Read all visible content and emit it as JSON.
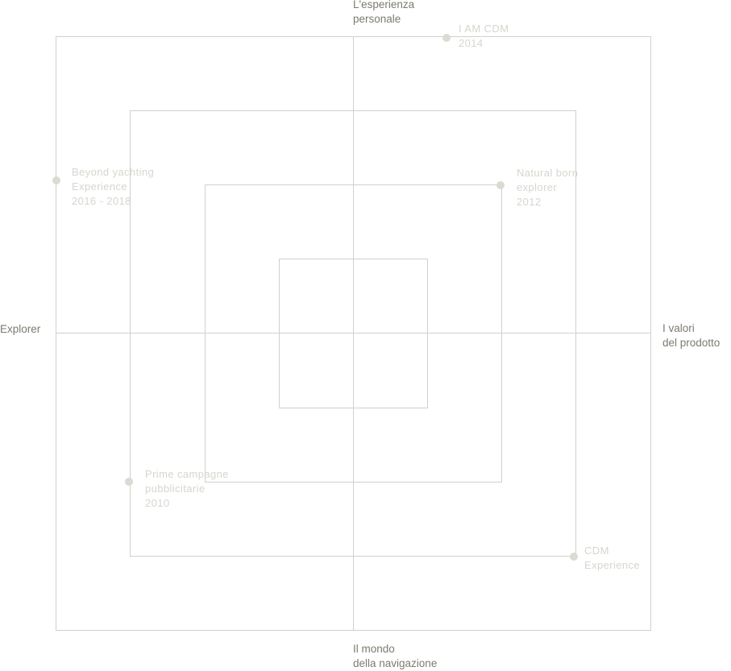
{
  "axes": {
    "top": [
      "L'esperienza",
      "personale"
    ],
    "bottom": [
      "Il mondo",
      "della navigazione"
    ],
    "left": [
      "Explorer"
    ],
    "right": [
      "I valori",
      "del prodotto"
    ]
  },
  "milestones": [
    {
      "lines": [
        "I AM CDM",
        "2014"
      ]
    },
    {
      "lines": [
        "Beyond yachting",
        "Experience",
        "2016 - 2018"
      ]
    },
    {
      "lines": [
        "Natural born",
        "explorer",
        "2012"
      ]
    },
    {
      "lines": [
        "Prime campagne",
        "pubblicitarie",
        "2010"
      ]
    },
    {
      "lines": [
        "CDM",
        "Experience"
      ]
    }
  ],
  "colors": {
    "line": "#d2d0cb",
    "axis_text": "#7e7a70",
    "milestone_text": "#d7d5ce",
    "dot": "#dcdad3"
  }
}
